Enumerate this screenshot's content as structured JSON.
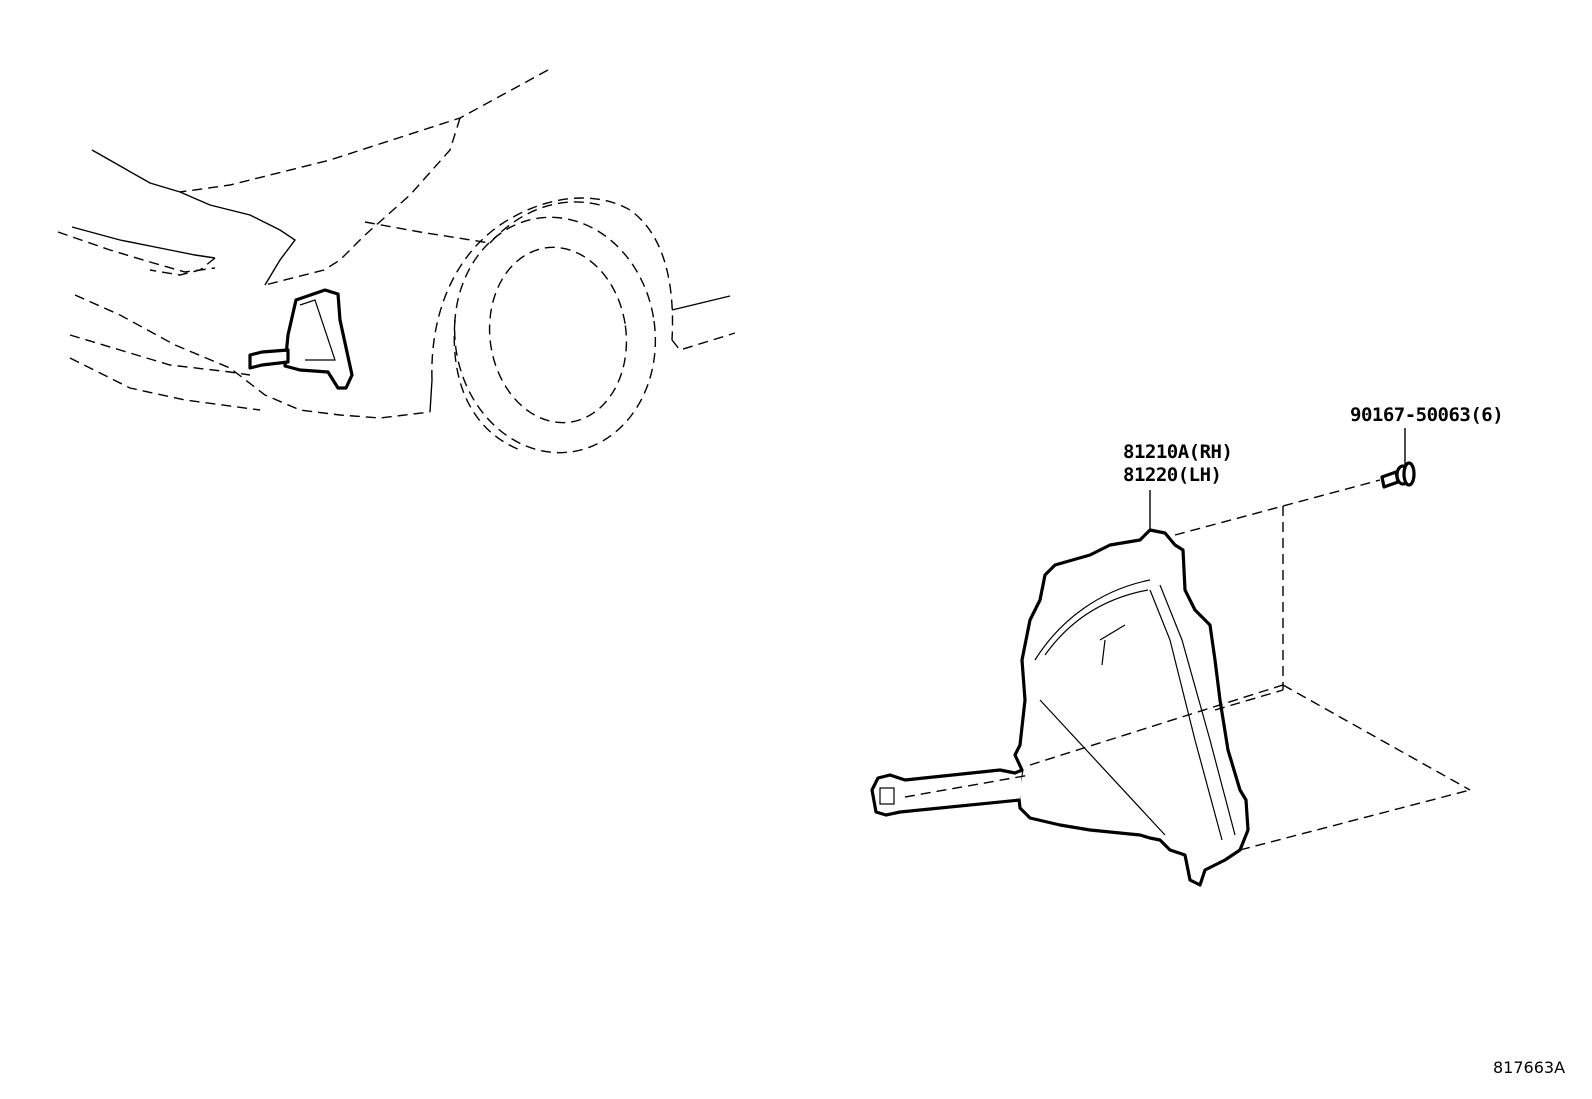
{
  "diagram": {
    "type": "parts-exploded-view",
    "parts": [
      {
        "id": "fog-lamp-assembly",
        "labels": [
          "81210A(RH)",
          "81220(LH)"
        ]
      },
      {
        "id": "screw",
        "labels": [
          "90167-50063(6)"
        ]
      }
    ],
    "reference_code": "817663A",
    "overview": "vehicle-front-corner-view"
  }
}
